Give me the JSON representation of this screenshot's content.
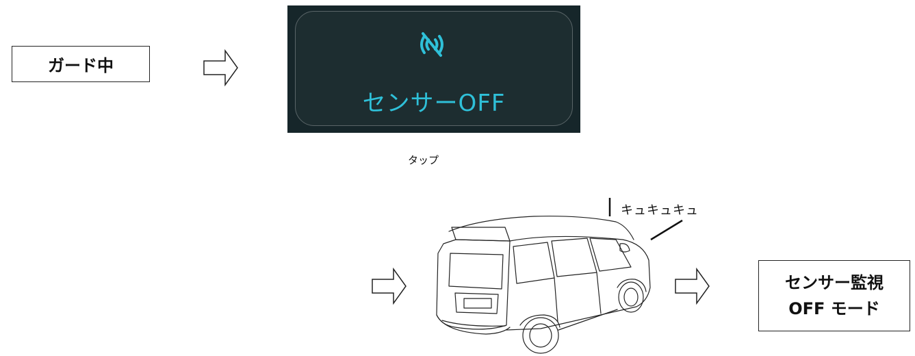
{
  "guard_box": {
    "label": "ガード中"
  },
  "sensor_screen": {
    "icon": "sensor-off-icon",
    "label": "センサーOFF",
    "colors": {
      "background": "#16262a",
      "accent": "#2fc0d8"
    }
  },
  "tap_label": "タップ",
  "vehicle": {
    "icon": "minivan-rear-icon",
    "sound_label": "キュキュキュ"
  },
  "mode_box": {
    "line1": "センサー監視",
    "line2": "OFF モード"
  }
}
